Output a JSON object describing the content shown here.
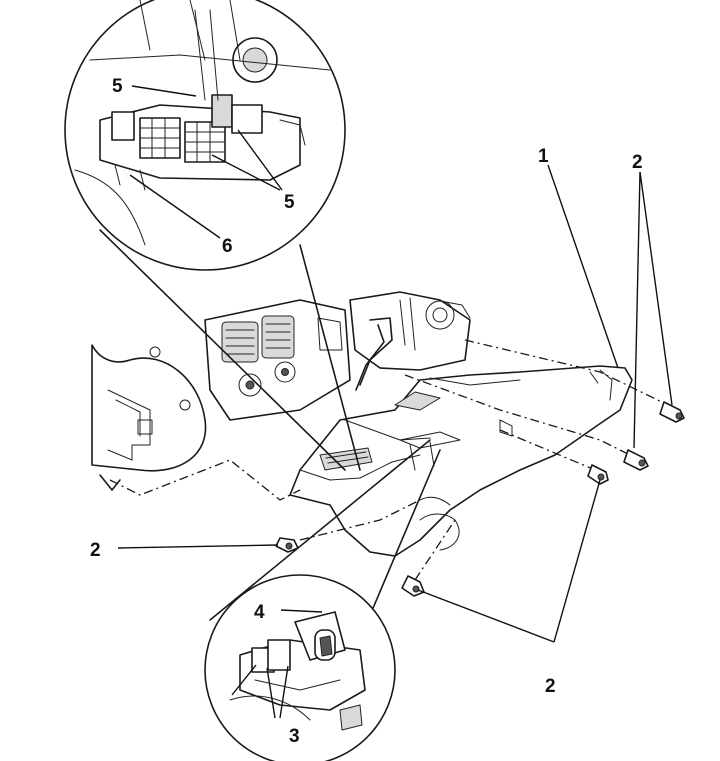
{
  "callouts": {
    "c1": "1",
    "c2a": "2",
    "c2b": "2",
    "c2c": "2",
    "c3": "3",
    "c4": "4",
    "c5a": "5",
    "c5b": "5",
    "c6": "6"
  },
  "colors": {
    "ink": "#1a1a1a",
    "paper": "#ffffff",
    "shade": "#d9d9d9"
  }
}
